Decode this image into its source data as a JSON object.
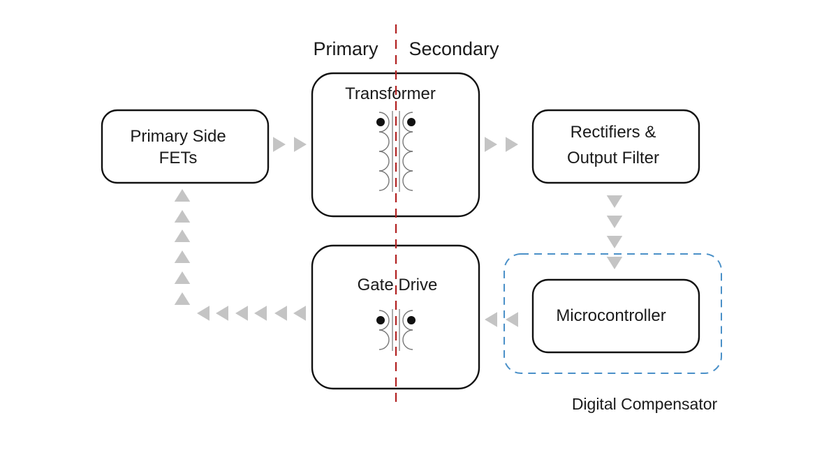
{
  "diagram": {
    "title": "Digitally controlled isolated power converter block diagram",
    "divider": {
      "left_label": "Primary",
      "right_label": "Secondary",
      "color": "#b22222"
    },
    "blocks": {
      "fets": {
        "line1": "Primary Side",
        "line2": "FETs"
      },
      "transformer": {
        "label": "Transformer",
        "windings_per_side": 4
      },
      "rectifiers": {
        "line1": "Rectifiers &",
        "line2": "Output Filter"
      },
      "gate_drive": {
        "label": "Gate Drive",
        "windings_per_side": 2
      },
      "microcontroller": {
        "label": "Microcontroller"
      }
    },
    "group": {
      "label": "Digital Compensator",
      "color": "#4a90c8"
    },
    "colors": {
      "box_stroke": "#111111",
      "arrow": "#c4c4c4",
      "winding": "#777777"
    },
    "flows": [
      {
        "from": "Primary Side FETs",
        "to": "Transformer",
        "direction": "right",
        "arrow_count": 2
      },
      {
        "from": "Transformer",
        "to": "Rectifiers & Output Filter",
        "direction": "right",
        "arrow_count": 2
      },
      {
        "from": "Rectifiers & Output Filter",
        "to": "Microcontroller",
        "direction": "down",
        "arrow_count": 4
      },
      {
        "from": "Microcontroller",
        "to": "Gate Drive",
        "direction": "left",
        "arrow_count": 2
      },
      {
        "from": "Gate Drive",
        "to": "Primary Side FETs",
        "direction": "left-then-up",
        "arrow_count": 12
      }
    ]
  }
}
